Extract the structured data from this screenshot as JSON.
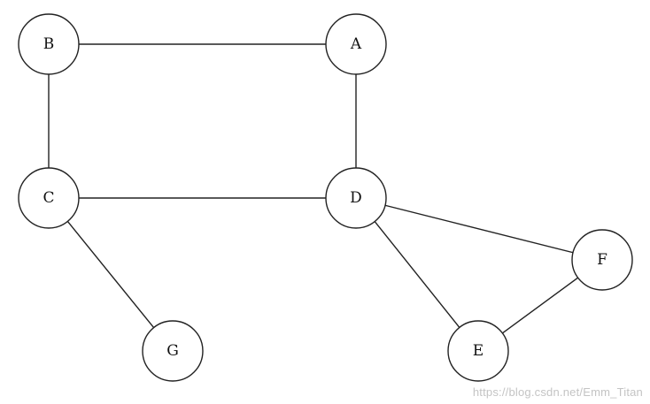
{
  "graph": {
    "nodes": [
      {
        "id": "A",
        "label": "A"
      },
      {
        "id": "B",
        "label": "B"
      },
      {
        "id": "C",
        "label": "C"
      },
      {
        "id": "D",
        "label": "D"
      },
      {
        "id": "E",
        "label": "E"
      },
      {
        "id": "F",
        "label": "F"
      },
      {
        "id": "G",
        "label": "G"
      }
    ],
    "edges": [
      {
        "from": "B",
        "to": "A"
      },
      {
        "from": "B",
        "to": "C"
      },
      {
        "from": "A",
        "to": "D"
      },
      {
        "from": "C",
        "to": "D"
      },
      {
        "from": "C",
        "to": "G"
      },
      {
        "from": "D",
        "to": "F"
      },
      {
        "from": "D",
        "to": "E"
      },
      {
        "from": "E",
        "to": "F"
      }
    ]
  },
  "watermark": "https://blog.csdn.net/Emm_Titan",
  "colors": {
    "stroke": "#222222",
    "node_fill": "#ffffff",
    "watermark": "#c4c4c4"
  }
}
